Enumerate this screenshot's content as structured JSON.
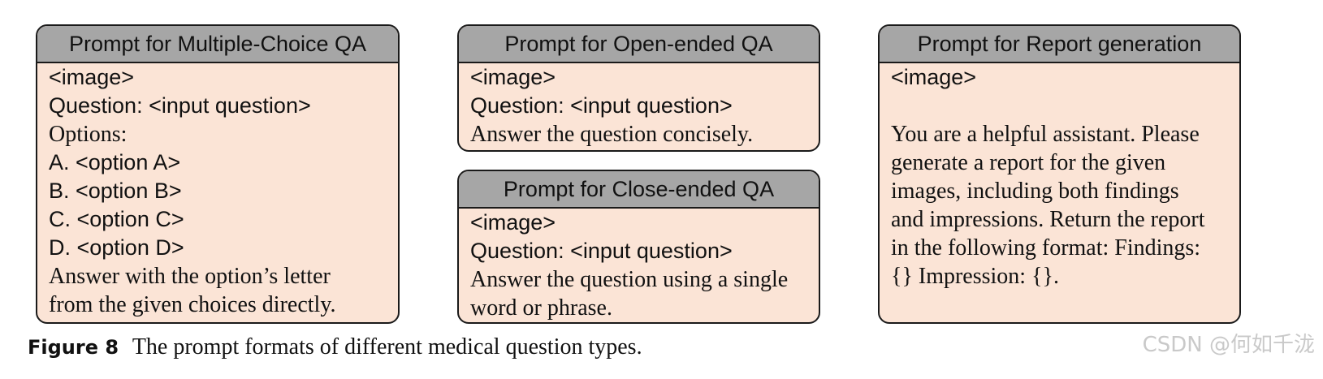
{
  "cards": {
    "mcqa": {
      "title": "Prompt for Multiple-Choice QA",
      "lines": [
        "<image>",
        "Question: <input question>",
        "Options:",
        "A. <option A>",
        "B. <option B>",
        "C. <option C>",
        "D. <option D>",
        "Answer with the option’s letter",
        "from the given choices directly."
      ]
    },
    "open": {
      "title": "Prompt for Open-ended QA",
      "lines": [
        "<image>",
        "Question: <input question>",
        "Answer the question concisely."
      ]
    },
    "close": {
      "title": "Prompt for Close-ended QA",
      "lines": [
        "<image>",
        "Question: <input question>",
        "Answer the question using a single",
        "word or phrase."
      ]
    },
    "report": {
      "title": "Prompt for Report generation",
      "lines": [
        "<image>",
        "",
        "You are a helpful assistant. Please",
        "generate a report for the given",
        "images, including both findings",
        "and impressions. Return the report",
        "in the following format: Findings:",
        "{} Impression: {}."
      ]
    }
  },
  "caption": {
    "label": "Figure 8",
    "text": "The prompt formats of different medical question types."
  },
  "watermark": "CSDN @何如千泷"
}
